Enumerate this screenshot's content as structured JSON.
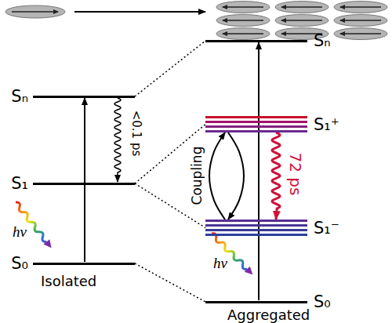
{
  "diagram": {
    "nodes": [
      {
        "text": [
          "Sₙ"
        ]
      },
      {
        "text": [
          "S₁"
        ]
      },
      {
        "text": [
          "S₀"
        ]
      },
      {
        "text": [
          "Sₙ"
        ]
      },
      {
        "text": [
          "S₁⁺"
        ]
      },
      {
        "text": [
          "S₁⁻"
        ]
      },
      {
        "text": [
          "S₀"
        ]
      }
    ],
    "edges": [
      {
        "from": 2,
        "to": 0,
        "arrow": "to"
      },
      {
        "from": 0,
        "to": 1,
        "label": "<0.1 ps",
        "arrow": "to"
      },
      {
        "from": 0,
        "to": 3,
        "arrow": "none"
      },
      {
        "from": 1,
        "to": 4,
        "arrow": "none"
      },
      {
        "from": 1,
        "to": 5,
        "arrow": "none"
      },
      {
        "from": 2,
        "to": 6,
        "arrow": "none"
      },
      {
        "from": 4,
        "to": 5,
        "label": "Coupling",
        "arrow": "both"
      },
      {
        "from": 4,
        "to": 5,
        "label": "72 ps",
        "arrow": "to"
      },
      {
        "from": 6,
        "to": 3,
        "arrow": "to"
      }
    ],
    "labels": [
      "Isolated",
      "Aggregated",
      "hν",
      "hν"
    ]
  }
}
